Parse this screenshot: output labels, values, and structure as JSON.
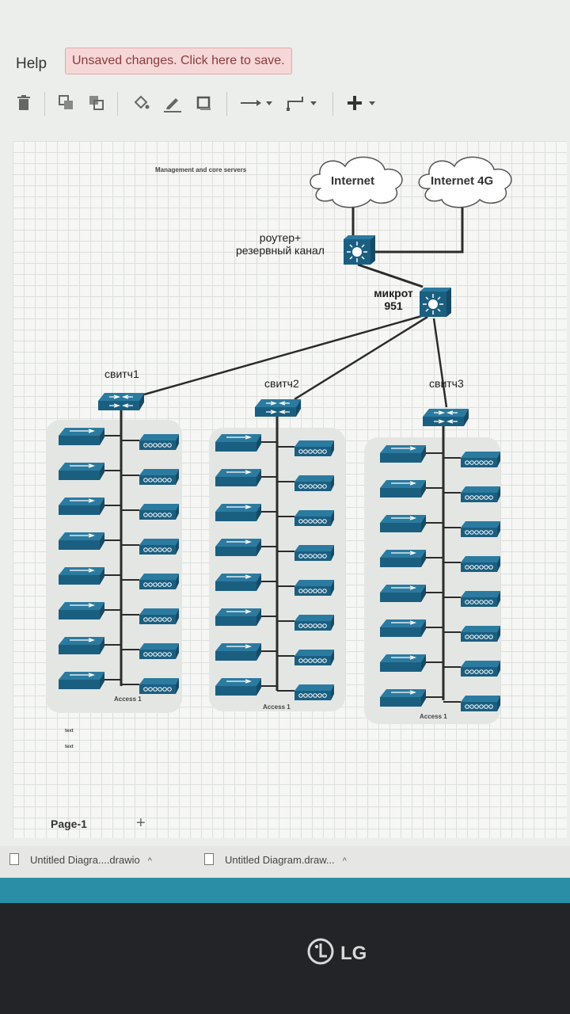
{
  "menu": {
    "help": "Help"
  },
  "banner": {
    "text": "Unsaved changes. Click here to save."
  },
  "toolbar": {
    "tools": [
      "delete-icon",
      "to-front-icon",
      "to-back-icon",
      "fill-color-icon",
      "line-color-icon",
      "shadow-icon",
      "connection-arrow-icon",
      "waypoints-icon",
      "insert-plus-icon"
    ]
  },
  "diagram": {
    "title_note": "Management and core servers",
    "clouds": [
      {
        "label": "Internet"
      },
      {
        "label": "Internet 4G"
      }
    ],
    "router": {
      "label_line1": "роутер+",
      "label_line2": "резервный канал"
    },
    "core": {
      "label_line1": "микрот",
      "label_line2": "951"
    },
    "switches": [
      {
        "label": "свитч1",
        "access_label": "Access 1"
      },
      {
        "label": "свитч2",
        "access_label": "Access 1"
      },
      {
        "label": "свитч3",
        "access_label": "Access 1"
      }
    ],
    "stray_labels": [
      "text",
      "text"
    ]
  },
  "pages": {
    "active": "Page-1",
    "add": "+"
  },
  "downloads": [
    {
      "name": "Untitled Diagra....drawio"
    },
    {
      "name": "Untitled Diagram.draw..."
    }
  ],
  "brand": {
    "bezel_logo": "LG"
  },
  "colors": {
    "device": "#1b5f80",
    "device_light": "#2b7aa0",
    "banner_bg": "#f6d7d7",
    "taskbar": "#2a8fa6"
  }
}
